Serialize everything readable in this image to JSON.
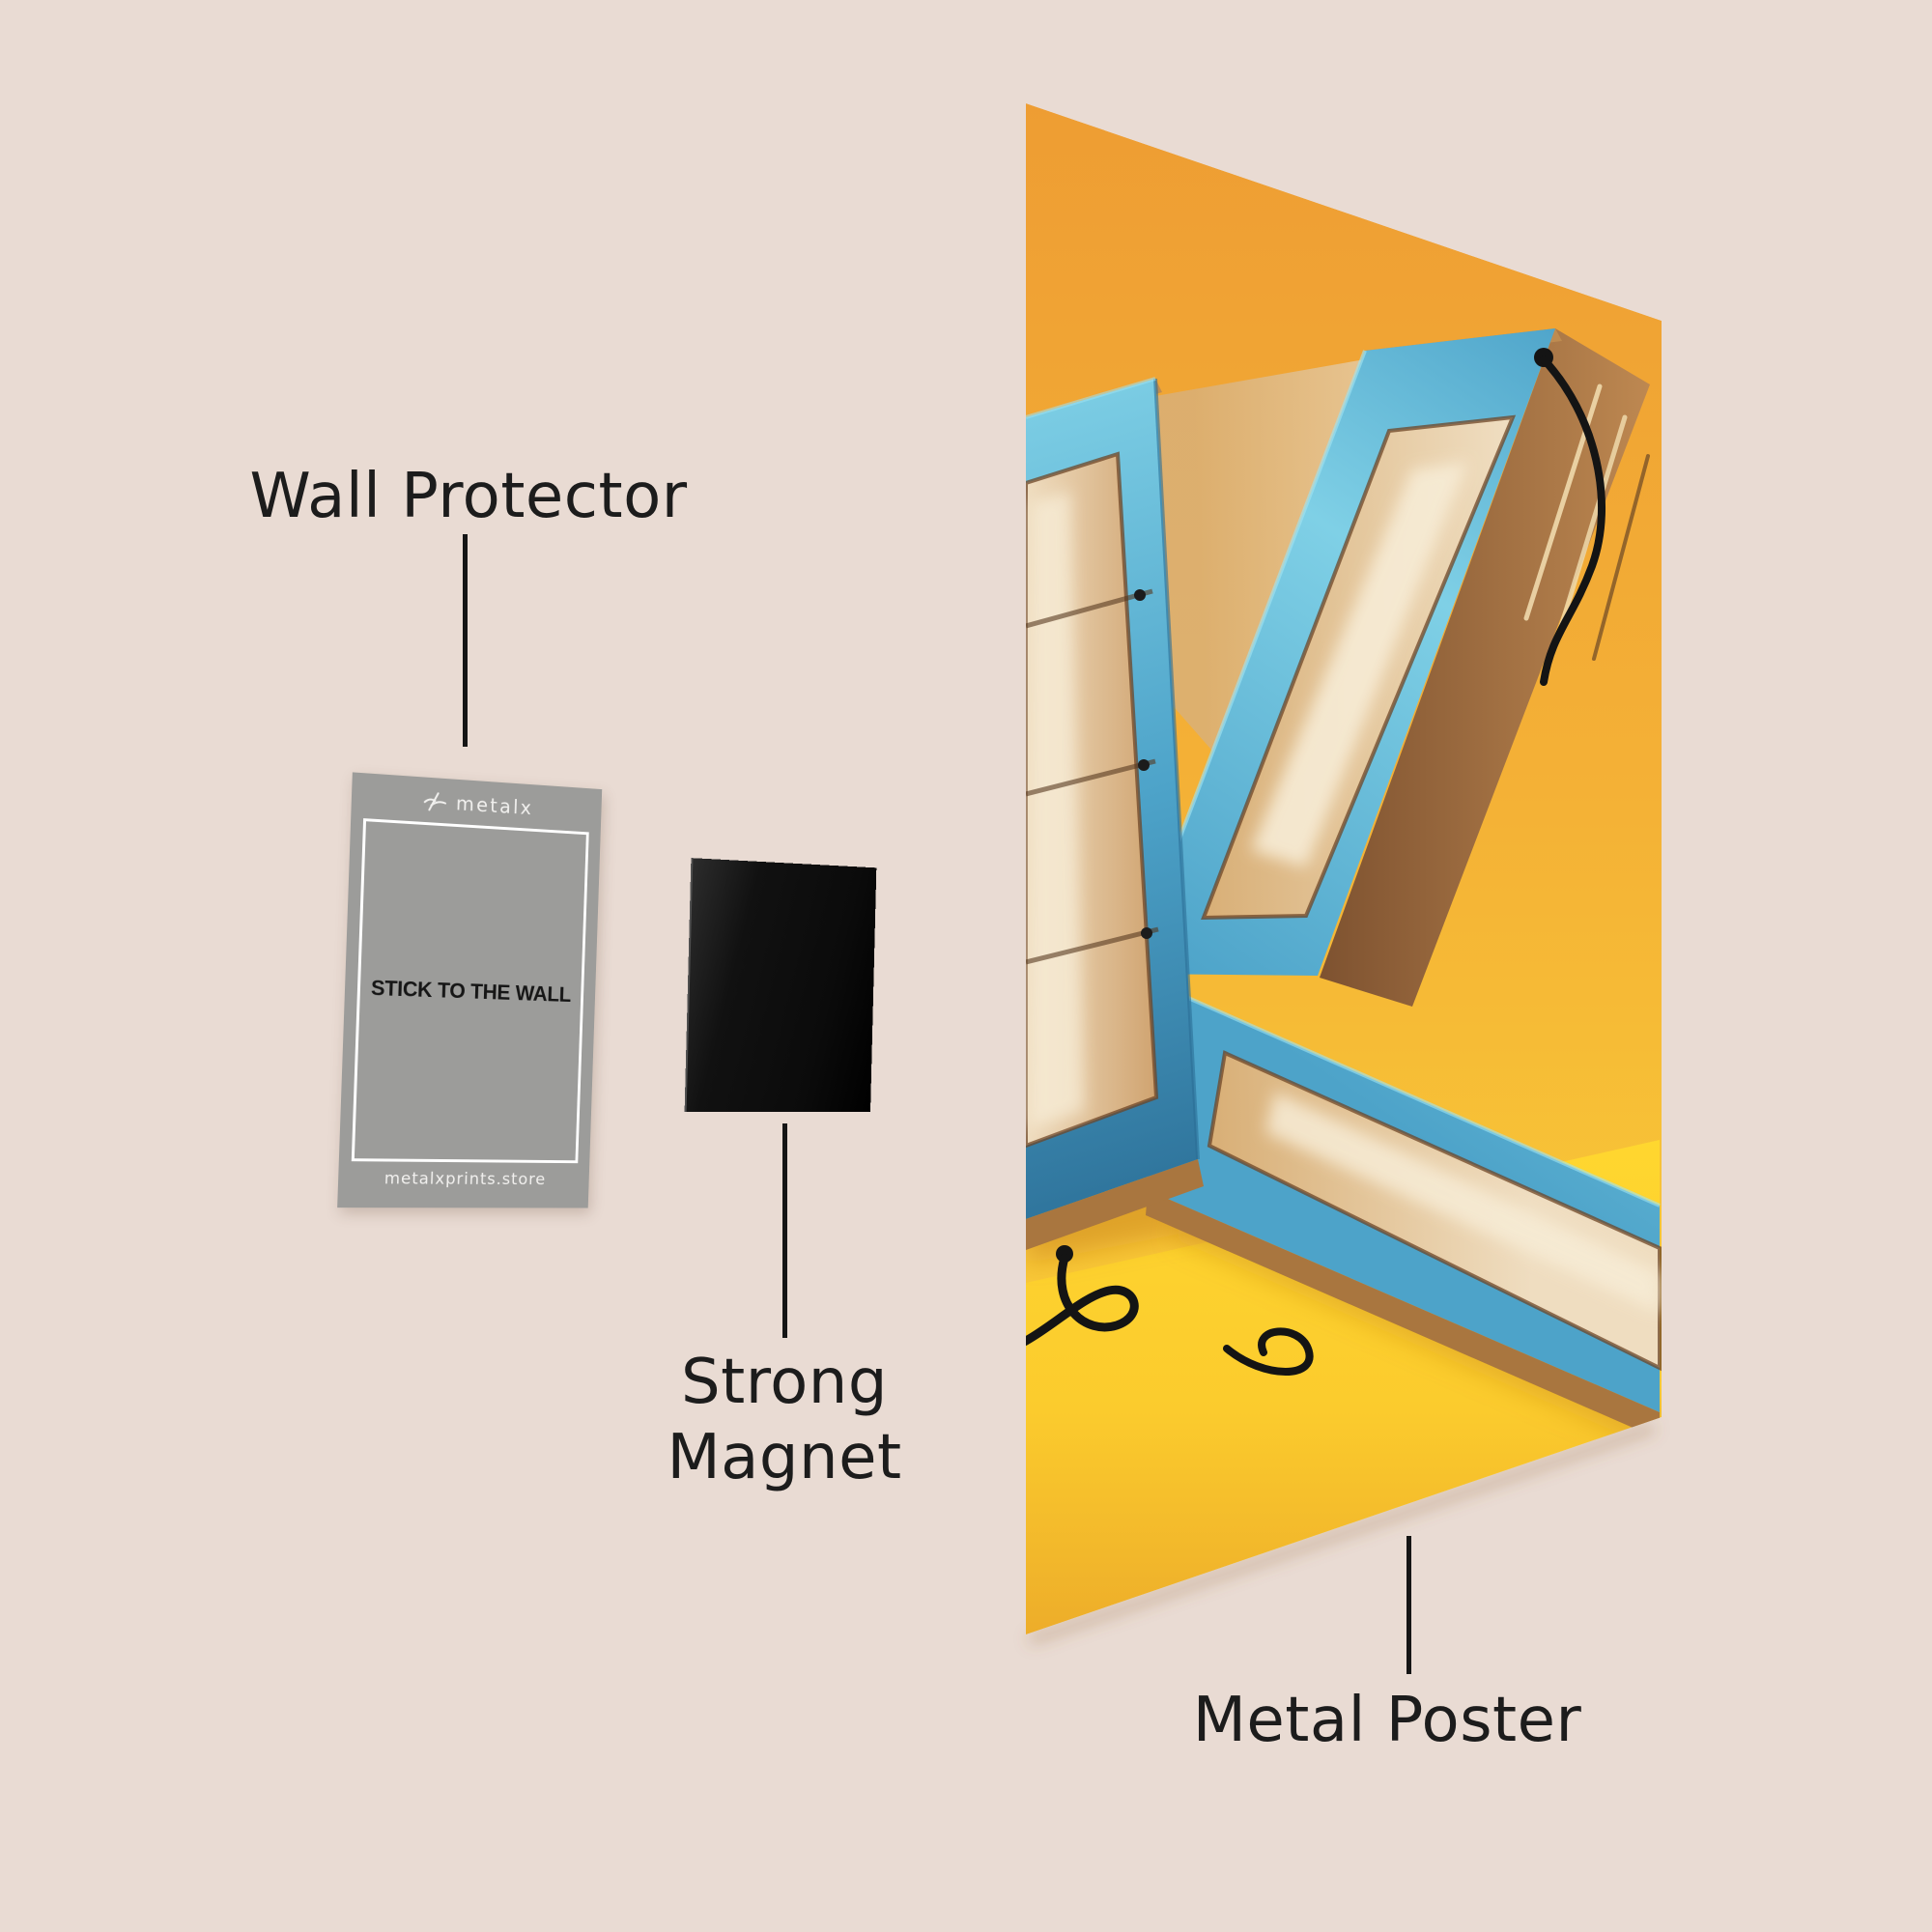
{
  "page": {
    "background": "#E9DBD3"
  },
  "labels": {
    "wall_protector": "Wall Protector",
    "strong_magnet_line1": "Strong",
    "strong_magnet_line2": "Magnet",
    "metal_poster": "Metal Poster"
  },
  "card": {
    "brand": "metalx",
    "logo_icon": "metalx-logo-icon",
    "center_text": "STICK TO THE WALL",
    "footer_text": "metalxprints.store"
  },
  "poster": {
    "letter": "K"
  },
  "colors": {
    "bg": "#E9DBD3",
    "label_text": "#1C1C1C",
    "line_black": "#151515",
    "card_gray": "#9C9C9A",
    "card_frame_white": "#FFFFFF",
    "card_text_dark": "#161616",
    "card_text_light": "#F2F1EF",
    "magnet_black": "#0B0B0B",
    "magnet_edge": "#4F4F4F",
    "wall_top": "#EE9D33",
    "wall_mid": "#F4B136",
    "wall_bottom": "#F9CA37",
    "floor_bright": "#FFD72F",
    "floor_mid": "#FBCB2D",
    "floor_front": "#EDAD2A",
    "k_blue_light": "#7FD0E6",
    "k_blue": "#4DA3C9",
    "k_blue_dark": "#2B6E96",
    "k_blue_edge": "#9FE2F0",
    "glass_light": "#EFDDC0",
    "glass_tan": "#D9B078",
    "glass_deep": "#CFA26E",
    "glass_glow": "#F7ECD6",
    "bronze_light": "#C08A52",
    "bronze_dark": "#7E5230",
    "bronze_mid": "#A9763F",
    "frame_line": "#6E4527",
    "wire": "#141414"
  }
}
